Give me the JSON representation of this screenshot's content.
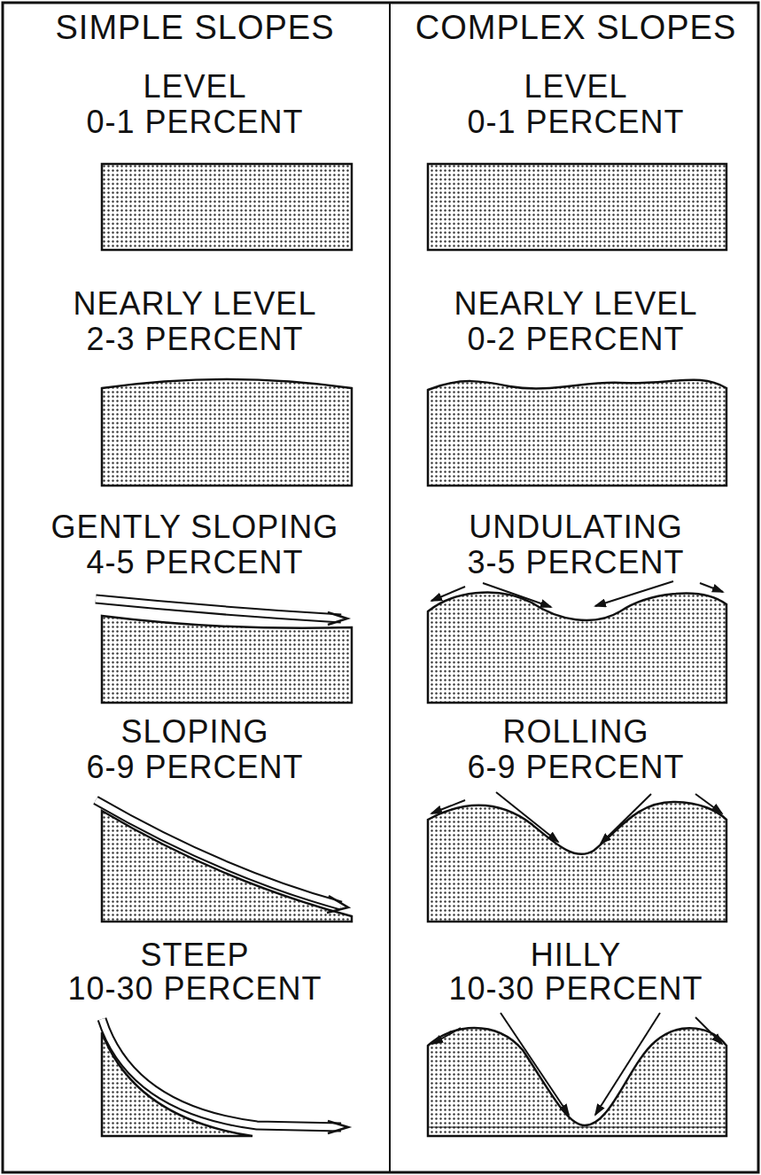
{
  "diagram": {
    "labels": [
      "SIMPLE SLOPES",
      "COMPLEX SLOPES",
      "LEVEL",
      "0-1 PERCENT",
      "LEVEL",
      "0-1 PERCENT",
      "NEARLY LEVEL",
      "2-3 PERCENT",
      "NEARLY LEVEL",
      "0-2 PERCENT",
      "GENTLY SLOPING",
      "4-5 PERCENT",
      "UNDULATING",
      "3-5 PERCENT",
      "SLOPING",
      "6-9 PERCENT",
      "ROLLING",
      "6-9 PERCENT",
      "STEEP",
      "10-30 PERCENT",
      "HILLY",
      "10-30 PERCENT"
    ]
  }
}
